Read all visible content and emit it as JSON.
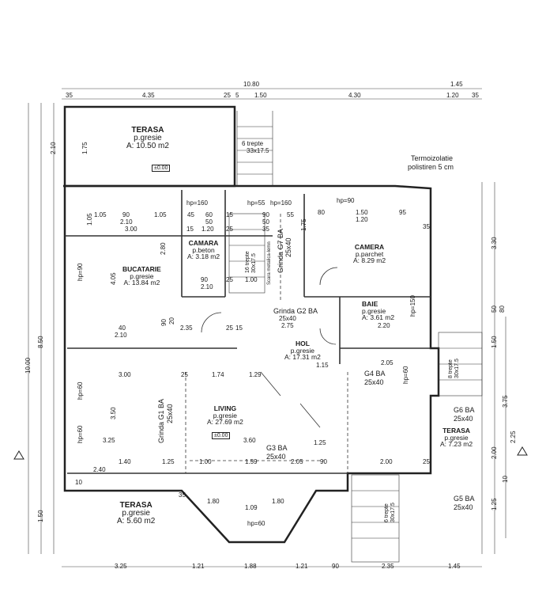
{
  "dims_top": {
    "total_main": "10.80",
    "total_right": "1.45",
    "d1": "35",
    "d2": "4.35",
    "d3": "25",
    "d4": "5",
    "d5": "1.50",
    "d6": "4.30",
    "d7": "1.20",
    "d8": "35"
  },
  "dims_bottom": {
    "b1": "3.25",
    "b2": "1.21",
    "b3": "1.88",
    "b4": "1.21",
    "b5": "90",
    "b6": "2.35",
    "b7": "1.45"
  },
  "dims_left": {
    "overall": "10.00",
    "main": "8.50",
    "lower": "1.50",
    "top": "2.10",
    "inner1": "1.75",
    "inner2": "1.05",
    "inner3": "4.05",
    "inner4": "3.50"
  },
  "dims_right": {
    "r1": "3.30",
    "r2": "50",
    "r3": "80",
    "r4": "1.50",
    "r5": "3.75",
    "r6": "2.25",
    "r7": "2.00",
    "r8": "10",
    "r9": "1.25"
  },
  "rooms": {
    "terasa_top": {
      "name": "TERASA",
      "finish": "p.gresie",
      "area": "A: 10.50 m2"
    },
    "camara": {
      "name": "CAMARA",
      "finish": "p.beton",
      "area": "A: 3.18 m2"
    },
    "camera": {
      "name": "CAMERA",
      "finish": "p.parchet",
      "area": "A: 8.29 m2"
    },
    "bucatarie": {
      "name": "BUCATARIE",
      "finish": "p.gresie",
      "area": "A: 13.84 m2"
    },
    "baie": {
      "name": "BAIE",
      "finish": "p.gresie",
      "area": "A: 3.61 m2"
    },
    "hol": {
      "name": "HOL",
      "finish": "p.gresie",
      "area": "A: 17.31 m2"
    },
    "living": {
      "name": "LIVING",
      "finish": "p.gresie",
      "area": "A: 27.69 m2"
    },
    "terasa_right": {
      "name": "TERASA",
      "finish": "p.gresie",
      "area": "A: 7.23 m2"
    },
    "terasa_bottom": {
      "name": "TERASA",
      "finish": "p.gresie",
      "area": "A: 5.60 m2"
    }
  },
  "level_marks": {
    "top": "±0.00",
    "living": "±0.00"
  },
  "notes": {
    "termo1": "Termoizolatie",
    "termo2": "polistiren 5 cm",
    "stairs_top1": "6 trepte",
    "stairs_top2": "33x17.5",
    "stairs_inner1": "16 trepte",
    "stairs_inner2": "30x17.5",
    "scara": "Scara metalica-lemn",
    "stairs_right1": "8 trepte",
    "stairs_right2": "30x17.5",
    "stairs_bottom1": "6 trepte",
    "stairs_bottom2": "30x17.5"
  },
  "beams": {
    "g7": "Grinda G7 BA",
    "g7_size": "25x40",
    "g2": "Grinda G2 BA",
    "g2_size": "25x40",
    "g4": "G4 BA",
    "g4_size": "25x40",
    "g1": "Grinda G1 BA",
    "g1_size": "25x40",
    "g3": "G3 BA",
    "g3_size": "25x40",
    "g6": "G6 BA",
    "g6_size": "25x40",
    "g5": "G5 BA",
    "g5_size": "25x40"
  },
  "hp": {
    "camara": "hp=160",
    "stair1": "hp=55",
    "stair2": "hp=160",
    "camera": "hp=90",
    "baie": "hp=150",
    "buc": "hp=90",
    "liv1": "hp=60",
    "liv2": "hp=60",
    "terasa_r": "hp=60",
    "bay": "hp=60"
  },
  "inner_dims": {
    "a1": "1.05",
    "a2": "90",
    "a3": "1.05",
    "a4": "2.10",
    "a5": "3.00",
    "c1": "45",
    "c2": "60",
    "c3": "15",
    "c4": "50",
    "c5": "15",
    "c6": "1.20",
    "c7": "25",
    "s1": "90",
    "s2": "50",
    "s3": "55",
    "s4": "35",
    "m1": "80",
    "m2": "1.50",
    "m3": "1.20",
    "m4": "95",
    "m5": "1.75",
    "m6": "35",
    "k1": "2.80",
    "k2": "90",
    "k3": "2.10",
    "k4": "25",
    "k5": "1.00",
    "h1": "40",
    "h2": "2.10",
    "h3": "90",
    "h4": "20",
    "h5": "2.35",
    "h6": "2.75",
    "h7": "25",
    "h8": "15",
    "h9": "1.15",
    "h10": "2.05",
    "h11": "2.20",
    "l1": "3.00",
    "l2": "25",
    "l3": "1.74",
    "l4": "1.29",
    "l5": "3.25",
    "l6": "3.60",
    "l7": "1.25",
    "l8": "1.40",
    "l9": "1.25",
    "l10": "1.00",
    "l11": "1.59",
    "l12": "2.05",
    "l13": "90",
    "l14": "2.00",
    "l15": "2.40",
    "l16": "10",
    "l17": "25",
    "p1": "1.80",
    "p2": "1.09",
    "p3": "1.80",
    "p4": "35"
  }
}
